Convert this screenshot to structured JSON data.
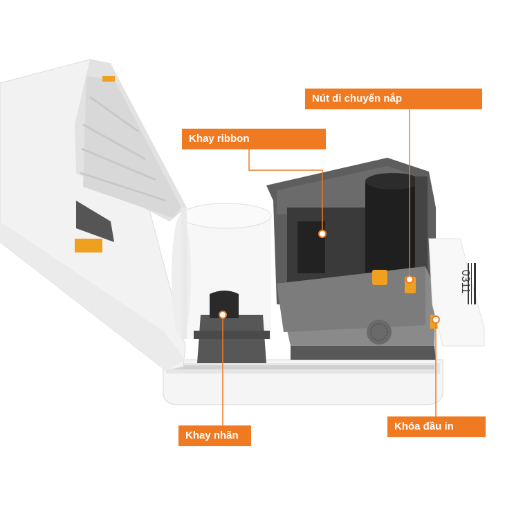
{
  "labels": {
    "lid_button": "Nút di chuyển nắp",
    "ribbon_tray": "Khay ribbon",
    "label_tray": "Khay nhãn",
    "head_lock": "Khóa đầu in"
  },
  "label_strip_text": "0311",
  "colors": {
    "accent": "#f07a22",
    "body_white": "#f4f4f4",
    "mechanism_gray": "#5c5c5c",
    "ribbon_black": "#1e1e1e"
  }
}
